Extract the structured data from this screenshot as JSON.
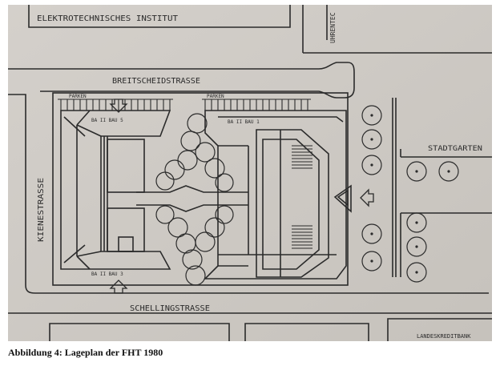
{
  "plan": {
    "labels": {
      "institute": "ELEKTROTECHNISCHES INSTITUT",
      "top_right_vertical": "UHRENTEC",
      "street_top": "BREITSCHEIDSTRASSE",
      "street_left": "KIENESTRASSE",
      "street_bottom": "SCHELLINGSTRASSE",
      "park": "STADTGARTEN",
      "parking_left": "PARKEN",
      "parking_right": "PARKEN",
      "building_5": "BA II BAU 5",
      "building_1": "BA II BAU 1",
      "building_3": "BA II BAU 3",
      "building_bottom_right": "LANDESKREDITBANK"
    }
  },
  "caption": "Abbildung 4: Lageplan der FHT 1980",
  "colors": {
    "paper": "#cfcbc5",
    "ink": "#2b2b2b"
  }
}
